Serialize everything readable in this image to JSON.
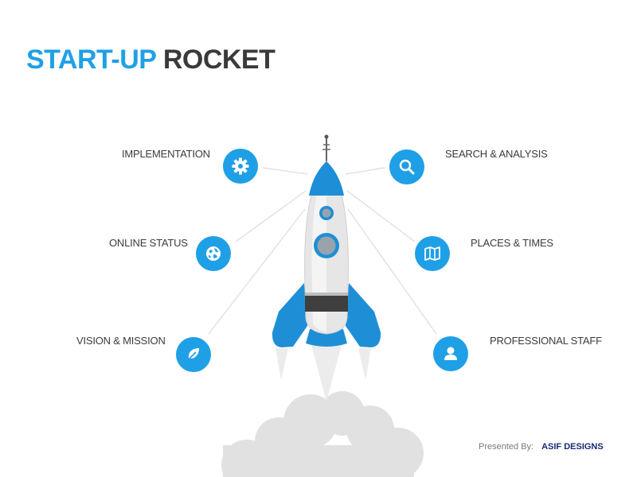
{
  "title": {
    "part1": "START-UP",
    "part2": "ROCKET"
  },
  "colors": {
    "accent": "#1fa0e6",
    "dark": "#3a3a3a",
    "brand": "#1b2a73"
  },
  "items": [
    {
      "label": "IMPLEMENTATION",
      "icon": "gear-icon"
    },
    {
      "label": "ONLINE STATUS",
      "icon": "globe-icon"
    },
    {
      "label": "VISION & MISSION",
      "icon": "leaf-icon"
    },
    {
      "label": "SEARCH & ANALYSIS",
      "icon": "magnifier-icon"
    },
    {
      "label": "PLACES & TIMES",
      "icon": "map-icon"
    },
    {
      "label": "PROFESSIONAL STAFF",
      "icon": "person-icon"
    }
  ],
  "footer": {
    "presented_by": "Presented By:",
    "brand": "ASIF DESIGNS"
  }
}
